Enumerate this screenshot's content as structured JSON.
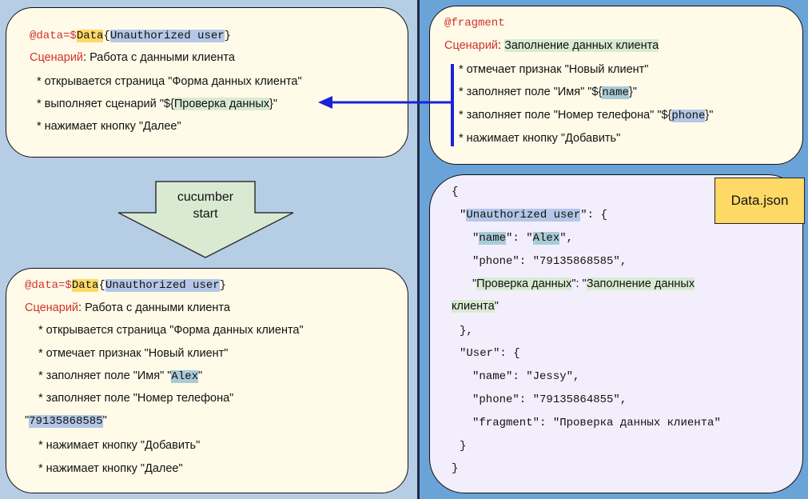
{
  "box_top_left": {
    "anno": {
      "prefix": "@data=$",
      "data": "Data",
      "open": "{",
      "user": "Unauthorized user",
      "close": "}"
    },
    "scenario_kw": "Сценарий",
    "scenario_rest": ": Работа с данными клиента",
    "l1": "* открывается страница \"Форма данных клиента\"",
    "l2_pre": "* выполняет сценарий \"${",
    "l2_hl": "Проверка данных",
    "l2_post": "}\"",
    "l3": "* нажимает кнопку \"Далее\""
  },
  "fragment_box": {
    "annotation": "@fragment",
    "scenario_kw": "Сценарий",
    "colon": ": ",
    "scenario_name": "Заполнение данных клиента",
    "s1": "* отмечает признак \"Новый клиент\"",
    "s2_pre": "* заполняет поле \"Имя\" \"${",
    "s2_hl": "name",
    "s2_post": "}\"",
    "s3_pre": "* заполняет поле \"Номер телефона\" \"${",
    "s3_hl": "phone",
    "s3_post": "}\"",
    "s4": "* нажимает кнопку \"Добавить\""
  },
  "arrow": {
    "line1": "cucumber",
    "line2": "start"
  },
  "box_bottom_left": {
    "anno": {
      "prefix": "@data=$",
      "data": "Data",
      "open": "{",
      "user": "Unauthorized user",
      "close": "}"
    },
    "scenario_kw": "Сценарий",
    "scenario_rest": ": Работа с данными клиента",
    "l1": "* открывается страница \"Форма данных клиента\"",
    "l2": "* отмечает признак \"Новый клиент\"",
    "l3_pre": "* заполняет поле \"Имя\" \"",
    "l3_hl": "Alex",
    "l3_post": "\"",
    "l4": "* заполняет поле \"Номер телефона\"",
    "l5_q1": "\"",
    "l5_hl": "79135868585",
    "l5_q2": "\"",
    "l6": "* нажимает кнопку \"Добавить\"",
    "l7": "* нажимает кнопку \"Далее\""
  },
  "json_box": {
    "badge": "Data.json",
    "j1": "{",
    "j2_q1": "\"",
    "j2_key": "Unauthorized user",
    "j2_rest": "\": {",
    "j3_q1": "\"",
    "j3_key": "name",
    "j3_mid": "\": \"",
    "j3_val": "Alex",
    "j3_end": "\",",
    "j4": "\"phone\": \"79135868585\",",
    "j5_q1": "\"",
    "j5_key": "Проверка данных",
    "j5_mid": "\": \"",
    "j5_val": "Заполнение данных",
    "j6_val": "клиента",
    "j6_end": "\"",
    "j7": "},",
    "j8": "\"User\": {",
    "j9": "\"name\": \"Jessy\",",
    "j10": "\"phone\": \"79135864855\",",
    "j11": "\"fragment\": \"Проверка данных клиента\"",
    "j12": "}",
    "j13": "}"
  },
  "colors": {
    "left_bg": "#b6cde6",
    "right_bg": "#6aa3d8",
    "box_bg": "#fffbe8",
    "json_bg": "#f3eefb",
    "keyword_red": "#d0312d",
    "arrow_blue": "#1a22d9",
    "highlight_yellow": "#ffd966",
    "highlight_blue": "#b4c7e7",
    "highlight_green": "#d9ead3"
  }
}
